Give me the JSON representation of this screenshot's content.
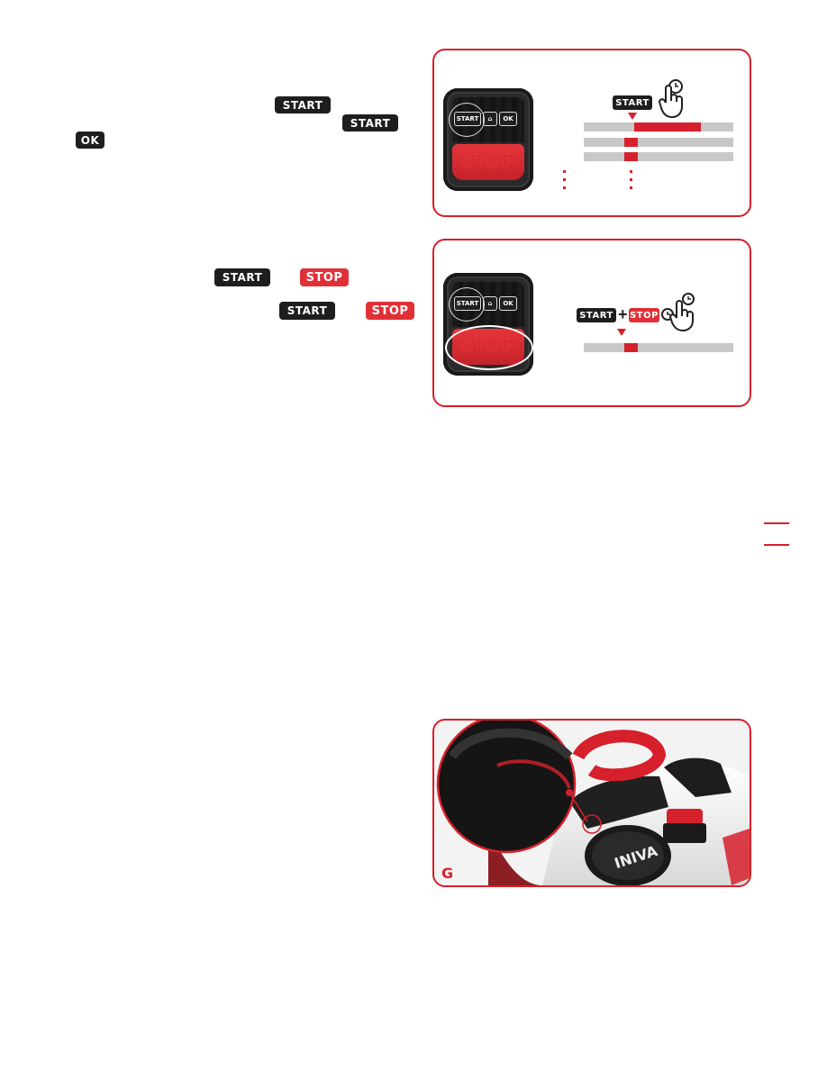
{
  "keys": {
    "start": "START",
    "stop": "STOP",
    "ok": "OK"
  },
  "figure1": {
    "device_start": "START",
    "device_ok": "OK",
    "device_stop": "STOP",
    "badge_start": "START",
    "bars": [
      {
        "fill_from": 0.34,
        "fill_to": 0.78
      },
      {
        "fill_from": 0.27,
        "fill_to": 0.36
      },
      {
        "fill_from": 0.27,
        "fill_to": 0.36
      }
    ]
  },
  "figure2": {
    "device_start": "START",
    "device_ok": "OK",
    "device_stop": "STOP",
    "badge_start": "START",
    "badge_plus": "+",
    "badge_stop": "STOP",
    "bars": [
      {
        "fill_from": 0.27,
        "fill_to": 0.36
      }
    ]
  },
  "figure3": {
    "label": "G",
    "brand": "INIVA"
  },
  "colors": {
    "accent": "#d6202b",
    "dark_key": "#1e1e1e",
    "bar_gray": "#c8c8c8"
  }
}
